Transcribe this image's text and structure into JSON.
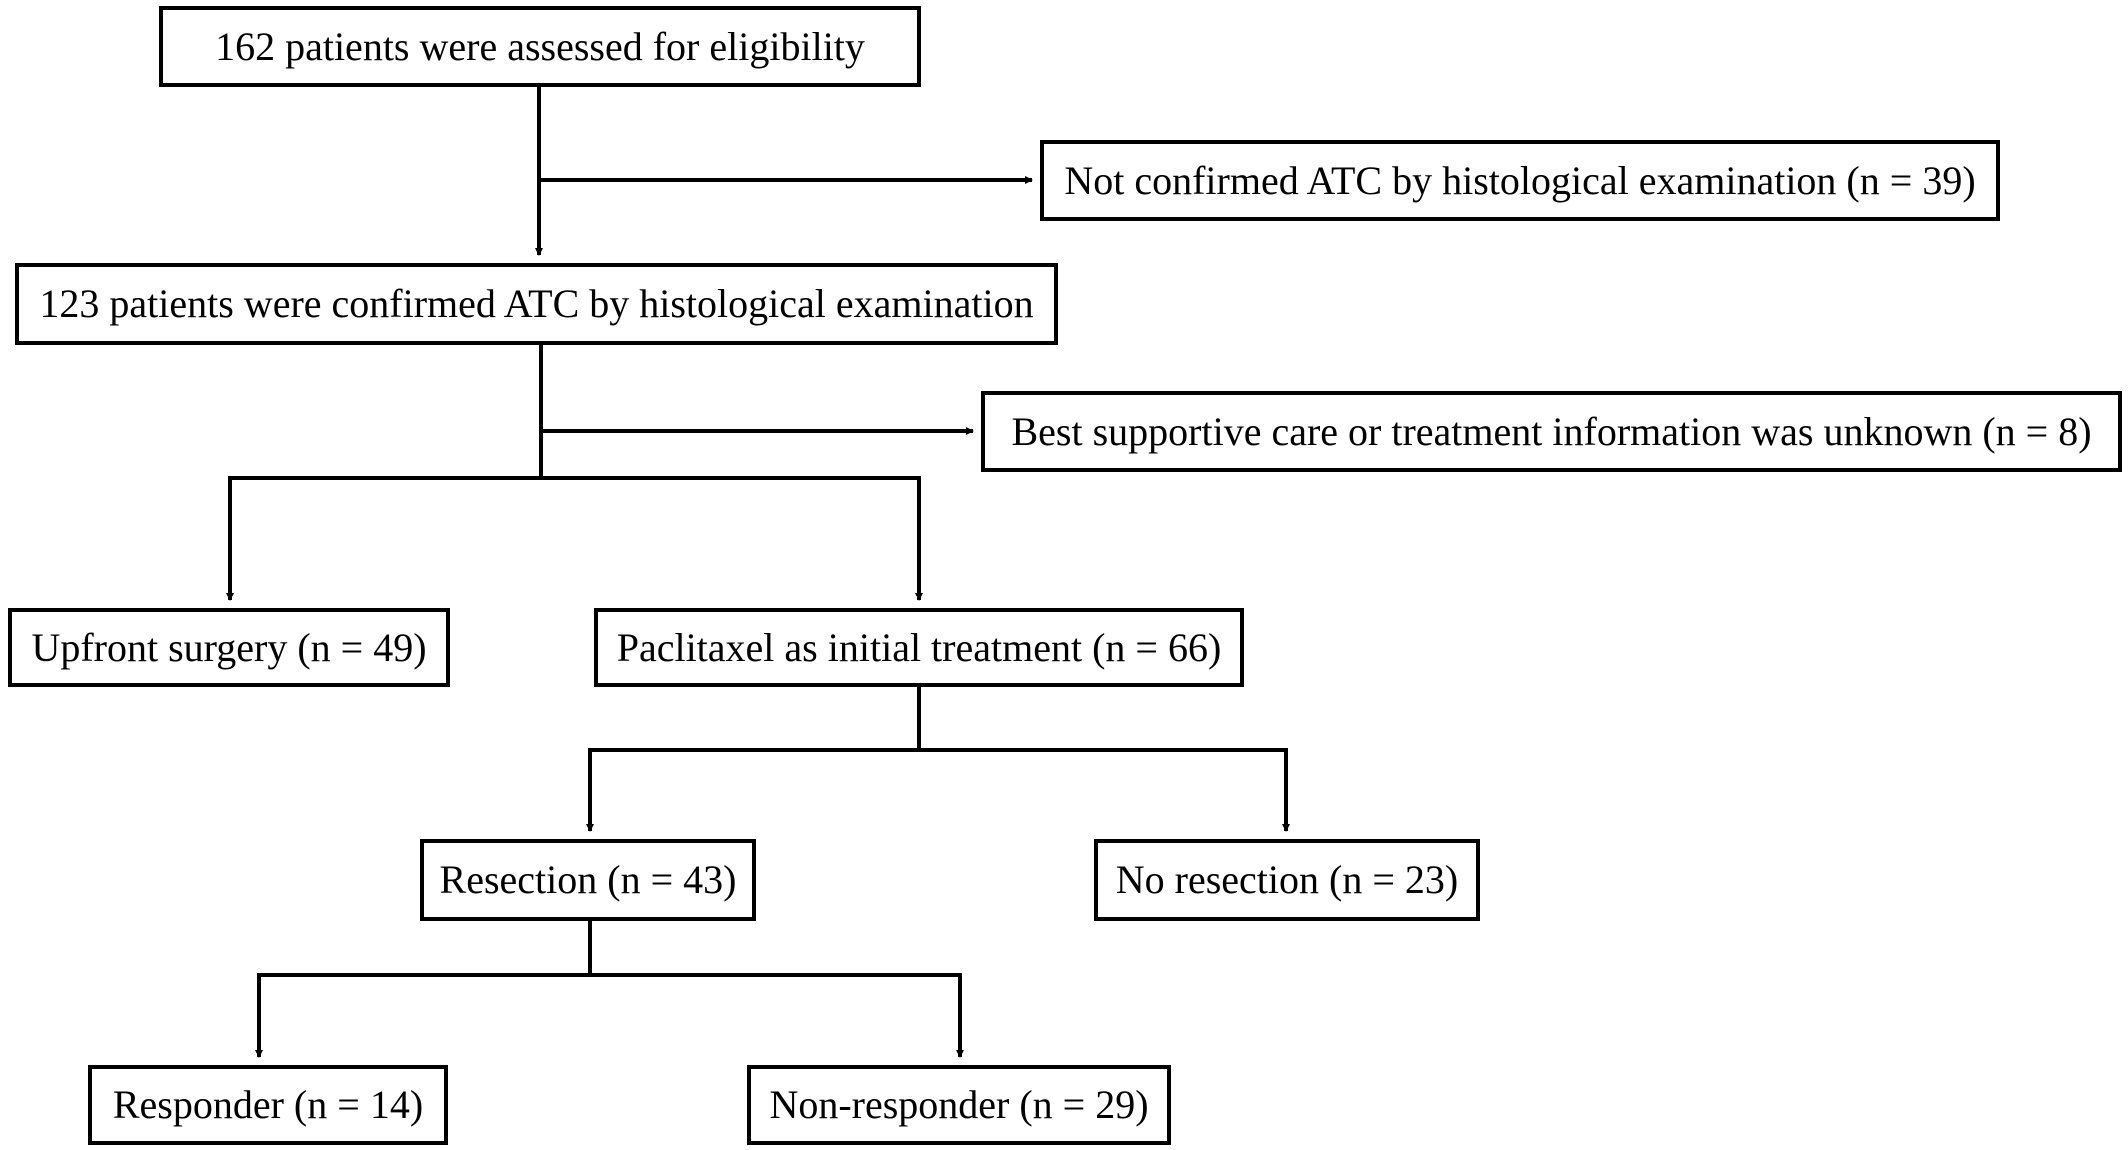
{
  "diagram": {
    "type": "flowchart",
    "line_color": "#000000",
    "boxes": [
      {
        "id": "assessed",
        "label": "162 patients were assessed for eligibility"
      },
      {
        "id": "not_confirmed",
        "label": "Not confirmed ATC by histological examination (n = 39)"
      },
      {
        "id": "confirmed",
        "label": "123 patients were confirmed ATC by histological examination"
      },
      {
        "id": "bsc",
        "label": "Best supportive care or treatment information was unknown (n = 8)"
      },
      {
        "id": "upfront",
        "label": "Upfront surgery (n = 49)"
      },
      {
        "id": "paclitaxel",
        "label": "Paclitaxel as initial treatment (n = 66)"
      },
      {
        "id": "resection",
        "label": "Resection (n = 43)"
      },
      {
        "id": "no_resection",
        "label": "No resection (n = 23)"
      },
      {
        "id": "responder",
        "label": "Responder (n = 14)"
      },
      {
        "id": "nonresponder",
        "label": "Non-responder (n = 29)"
      }
    ],
    "edges": [
      {
        "from": "assessed",
        "to": "confirmed"
      },
      {
        "from": "assessed",
        "to": "not_confirmed"
      },
      {
        "from": "confirmed",
        "to": "bsc"
      },
      {
        "from": "confirmed",
        "to": "upfront"
      },
      {
        "from": "confirmed",
        "to": "paclitaxel"
      },
      {
        "from": "paclitaxel",
        "to": "resection"
      },
      {
        "from": "paclitaxel",
        "to": "no_resection"
      },
      {
        "from": "resection",
        "to": "responder"
      },
      {
        "from": "resection",
        "to": "nonresponder"
      }
    ]
  }
}
